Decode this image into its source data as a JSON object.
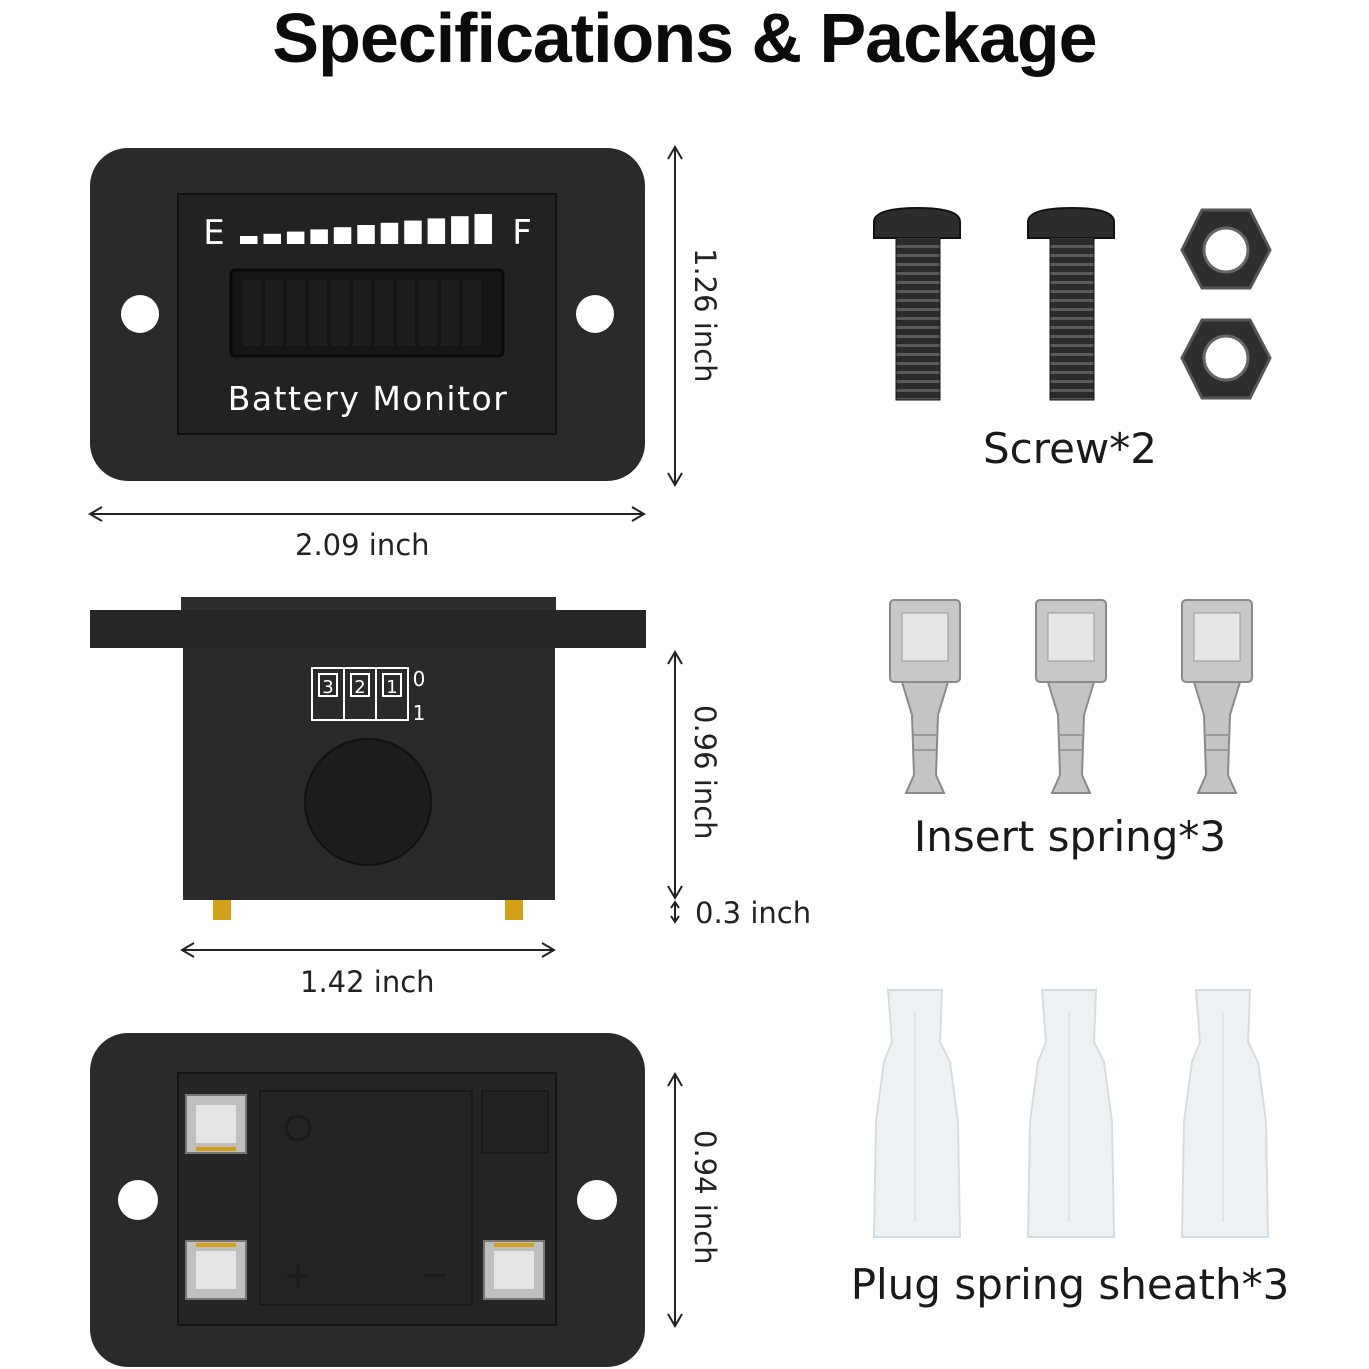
{
  "title": "Specifications & Package",
  "meter": {
    "label_empty": "E",
    "label_full": "F",
    "label_name": "Battery Monitor",
    "segment_count": 11
  },
  "dimensions": {
    "front_height": "1.26 inch",
    "front_width": "2.09 inch",
    "side_height": "0.96 inch",
    "pin_length": "0.3 inch",
    "side_width": "1.42 inch",
    "back_height": "0.94 inch"
  },
  "dip_switch": {
    "positions": [
      "3",
      "2",
      "1"
    ],
    "state_top": "0",
    "state_bottom": "1"
  },
  "accessories": {
    "screws": "Screw*2",
    "springs": "Insert spring*3",
    "sheaths": "Plug spring sheath*3"
  },
  "colors": {
    "body": "#2a2a2a",
    "body_dark": "#1c1c1c",
    "metal": "#c8c8c8",
    "sheath": "#eef2f4",
    "terminal": "#d4a017"
  }
}
